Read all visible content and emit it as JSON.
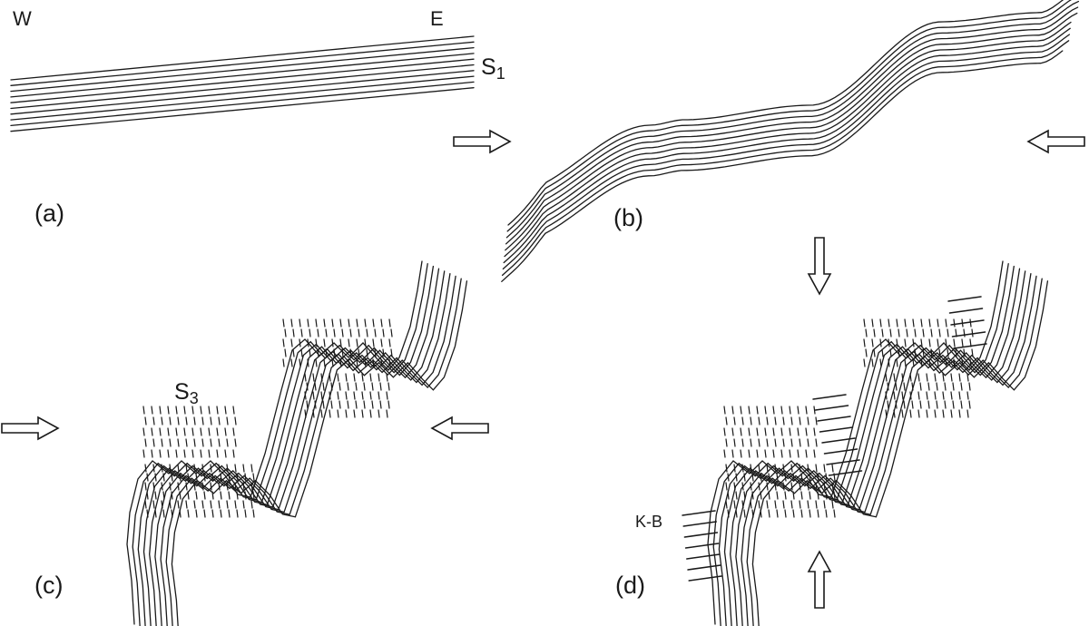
{
  "figure": {
    "direction_west": "W",
    "direction_east": "E",
    "foliation_s1": {
      "base": "S",
      "sub": "1"
    },
    "foliation_s3": {
      "base": "S",
      "sub": "3"
    },
    "kink_band_label": "K-B",
    "panels": [
      {
        "id": "a",
        "label": "(a)"
      },
      {
        "id": "b",
        "label": "(b)"
      },
      {
        "id": "c",
        "label": "(c)"
      },
      {
        "id": "d",
        "label": "(d)"
      }
    ]
  },
  "arrows": [
    {
      "panel": "b",
      "direction": "right",
      "name": "compression-arrow-east-pointing"
    },
    {
      "panel": "b",
      "direction": "left",
      "name": "compression-arrow-west-pointing"
    },
    {
      "panel": "c",
      "direction": "right",
      "name": "compression-arrow-east-pointing"
    },
    {
      "panel": "c",
      "direction": "left",
      "name": "compression-arrow-west-pointing"
    },
    {
      "panel": "d",
      "direction": "down",
      "name": "compression-arrow-down-pointing"
    },
    {
      "panel": "d",
      "direction": "up",
      "name": "compression-arrow-up-pointing"
    }
  ],
  "colors": {
    "ink": "#1a1a1a",
    "background": "#ffffff"
  }
}
